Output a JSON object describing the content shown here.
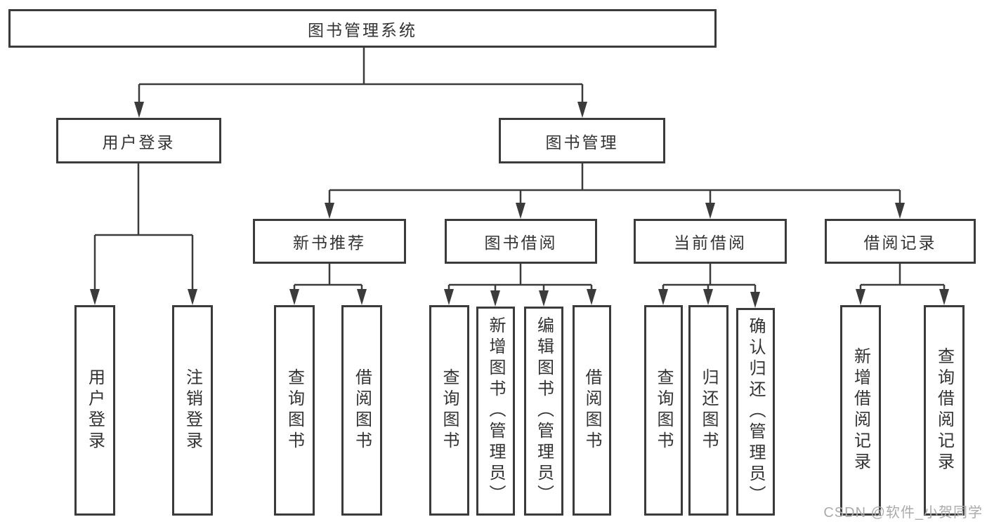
{
  "diagram": {
    "root": {
      "label": "图书管理系统"
    },
    "branches": [
      {
        "label": "用户登录",
        "children": [
          {
            "label": "用户登录"
          },
          {
            "label": "注销登录"
          }
        ]
      },
      {
        "label": "图书管理",
        "children": [
          {
            "label": "新书推荐",
            "children": [
              {
                "label": "查询图书"
              },
              {
                "label": "借阅图书"
              }
            ]
          },
          {
            "label": "图书借阅",
            "children": [
              {
                "label": "查询图书"
              },
              {
                "label": "新增图书（管理员）"
              },
              {
                "label": "编辑图书（管理员）"
              },
              {
                "label": "借阅图书"
              }
            ]
          },
          {
            "label": "当前借阅",
            "children": [
              {
                "label": "查询图书"
              },
              {
                "label": "归还图书"
              },
              {
                "label": "确认归还（管理员）"
              }
            ]
          },
          {
            "label": "借阅记录",
            "children": [
              {
                "label": "新增借阅记录"
              },
              {
                "label": "查询借阅记录"
              }
            ]
          }
        ]
      }
    ]
  },
  "watermark": {
    "text": "CSDN @软件_小贺同学"
  },
  "colors": {
    "line": "#3b3b3b",
    "text": "#333333",
    "watermark": "#ababab",
    "background": "#ffffff"
  }
}
